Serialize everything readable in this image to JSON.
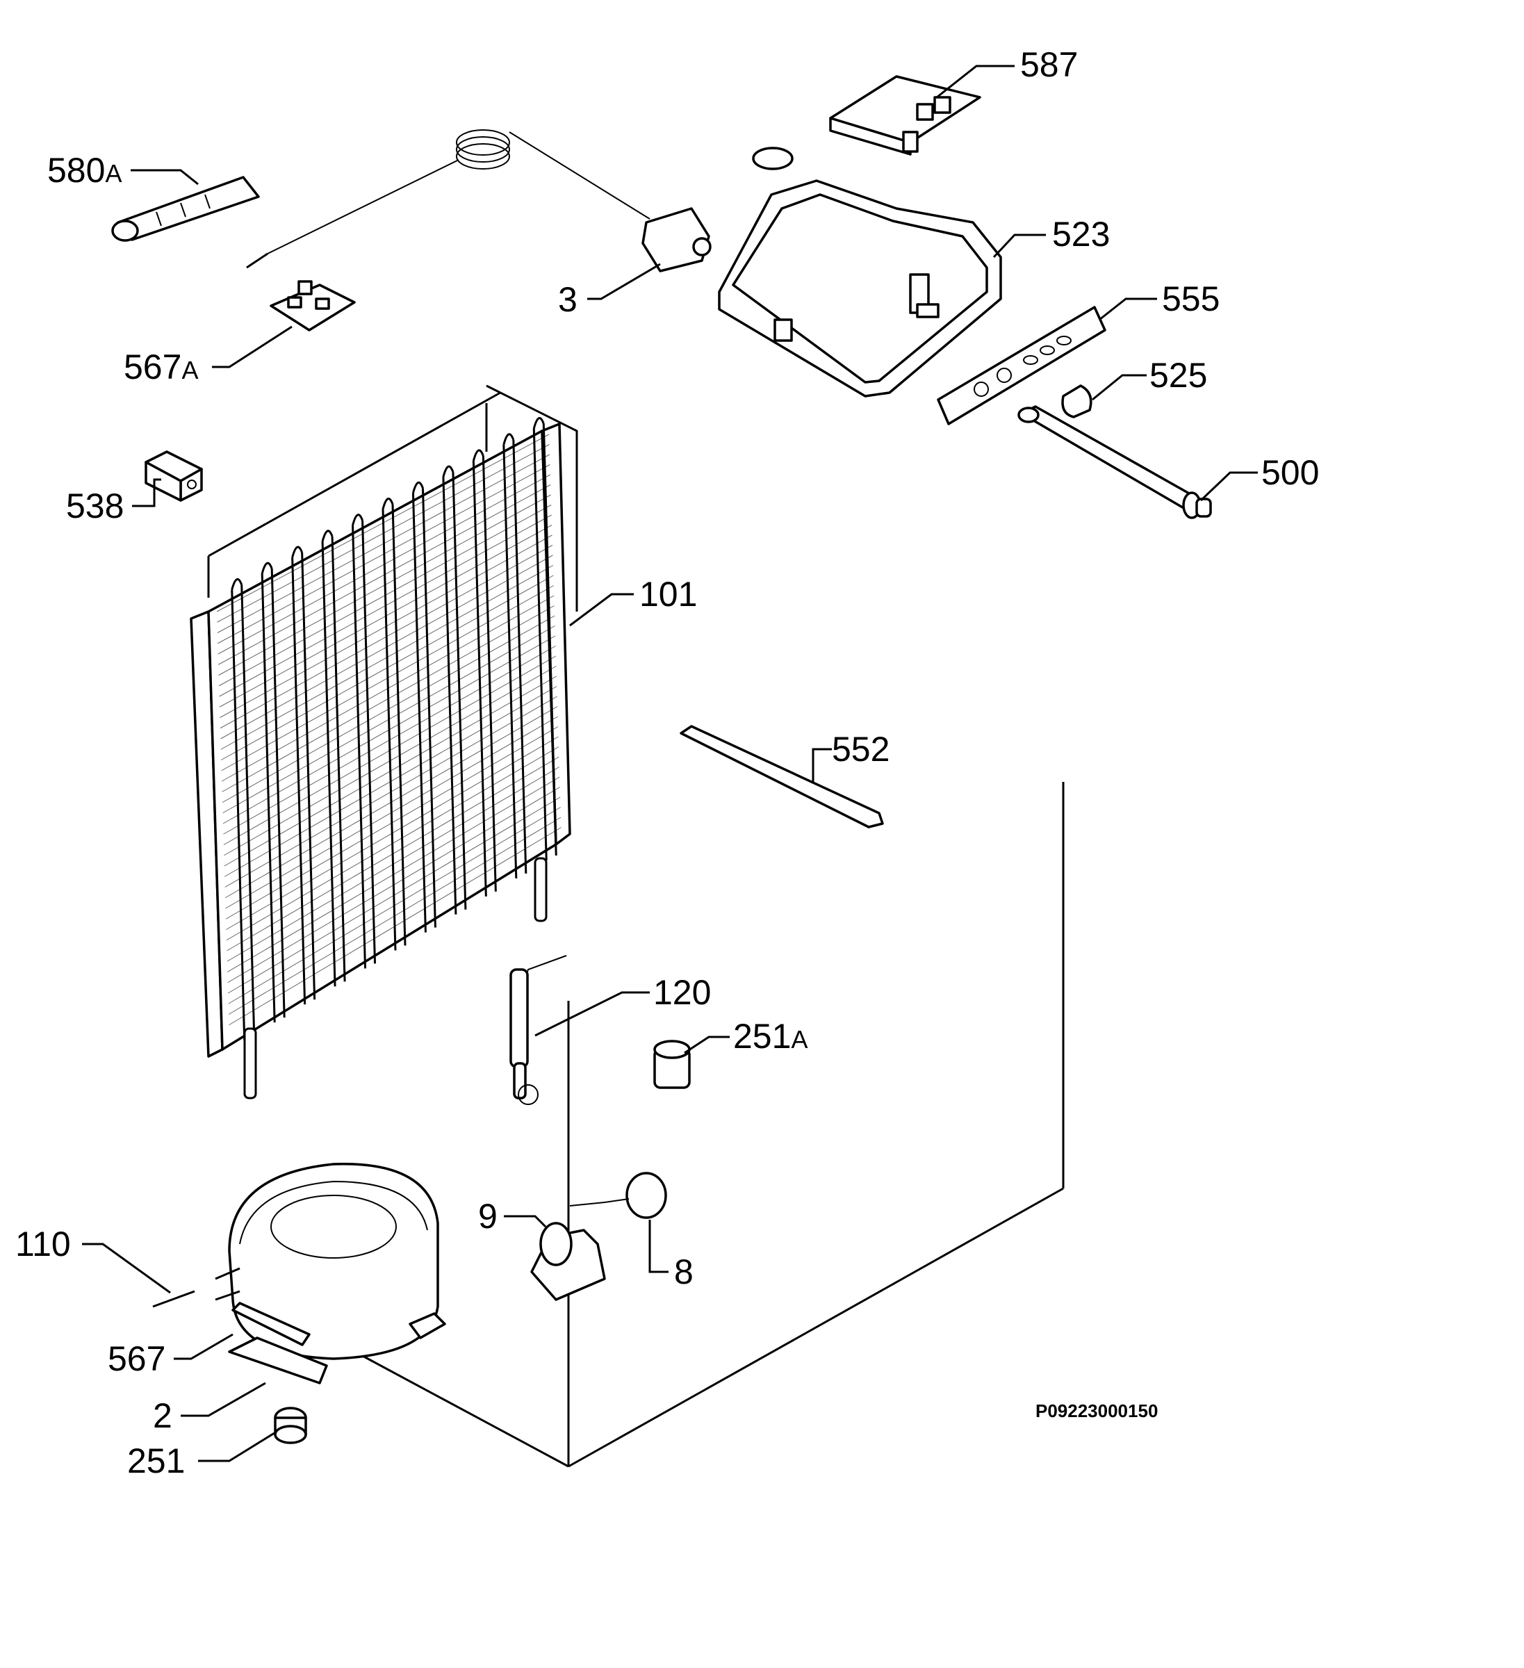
{
  "diagram": {
    "drawing_code": "P09223000150",
    "callouts": [
      {
        "id": "587",
        "text": "587"
      },
      {
        "id": "580A",
        "text": "580",
        "suffix": "A"
      },
      {
        "id": "523",
        "text": "523"
      },
      {
        "id": "3",
        "text": "3"
      },
      {
        "id": "555",
        "text": "555"
      },
      {
        "id": "567A",
        "text": "567",
        "suffix": "A"
      },
      {
        "id": "525",
        "text": "525"
      },
      {
        "id": "500",
        "text": "500"
      },
      {
        "id": "538",
        "text": "538"
      },
      {
        "id": "101",
        "text": "101"
      },
      {
        "id": "552",
        "text": "552"
      },
      {
        "id": "120",
        "text": "120"
      },
      {
        "id": "251A",
        "text": "251",
        "suffix": "A"
      },
      {
        "id": "9",
        "text": "9"
      },
      {
        "id": "8",
        "text": "8"
      },
      {
        "id": "110",
        "text": "110"
      },
      {
        "id": "567",
        "text": "567"
      },
      {
        "id": "2",
        "text": "2"
      },
      {
        "id": "251",
        "text": "251"
      }
    ]
  }
}
